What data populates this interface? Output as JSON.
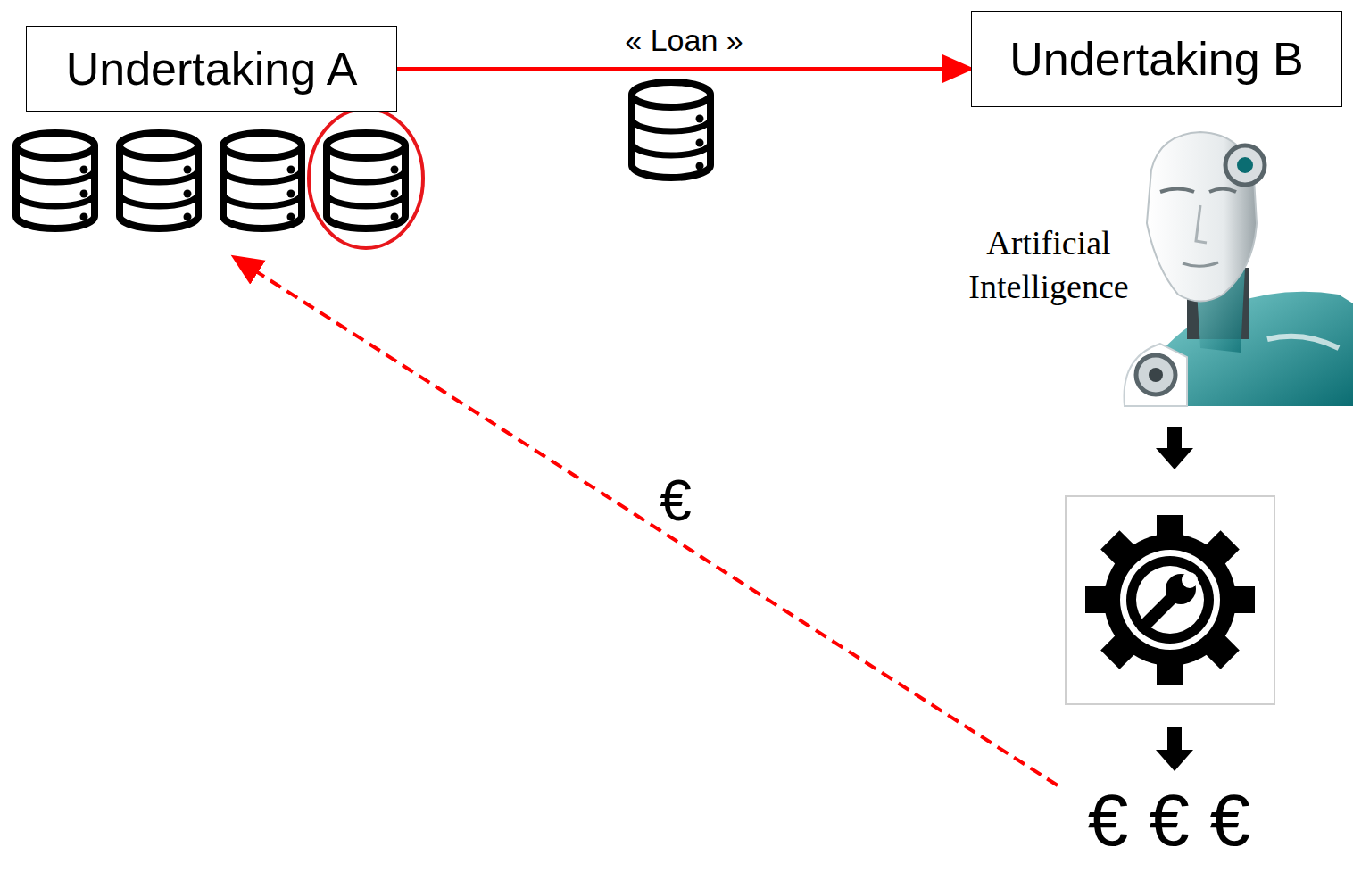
{
  "diagram": {
    "nodes": [
      {
        "text": [
          "Undertaking A"
        ]
      },
      {
        "text": [
          "Undertaking B"
        ]
      }
    ],
    "edges": [
      {
        "from": 0,
        "to": 1,
        "arrow": "to",
        "label": "« Loan »"
      }
    ],
    "labels": [
      "Artificial Intelligence",
      "€",
      "€ € €"
    ]
  }
}
